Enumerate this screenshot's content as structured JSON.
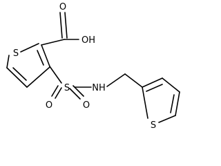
{
  "structure": {
    "atoms": {
      "thiophene_s": "S",
      "hydroxyl": "OH",
      "carbonyl_o": "O",
      "sulfonyl_o_left": "O",
      "sulfonyl_o_right": "O",
      "sulfonyl_s": "S",
      "amine": "NH",
      "thienyl_s": "S"
    },
    "colors": {
      "bond": "#000000",
      "label": "#000000",
      "background": "#ffffff"
    }
  }
}
